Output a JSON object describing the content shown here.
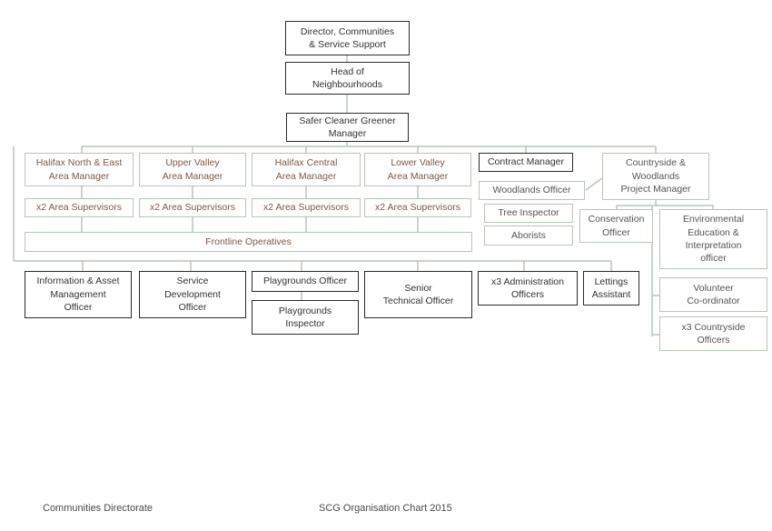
{
  "chart": {
    "director": "Director, Communities\n& Service Support",
    "head": "Head of\nNeighbourhoods",
    "scg_manager": "Safer Cleaner Greener\nManager",
    "area_managers": [
      "Halifax North  & East\nArea Manager",
      "Upper Valley\nArea Manager",
      "Halifax Central\nArea Manager",
      "Lower Valley\nArea Manager"
    ],
    "area_supervisors": [
      "x2  Area Supervisors",
      "x2  Area Supervisors",
      "x2  Area Supervisors",
      "x2  Area Supervisors"
    ],
    "frontline": "Frontline Operatives",
    "contract_manager": "Contract Manager",
    "woodlands_officer": "Woodlands Officer",
    "tree_inspector": "Tree Inspector",
    "aborists": "Aborists",
    "countryside_manager": "Countryside &\nWoodlands\nProject  Manager",
    "conservation_officer": "Conservation\nOfficer",
    "environmental_officer": "Environmental\nEducation &\nInterpretation\nofficer",
    "volunteer_coordinator": "Volunteer\nCo-ordinator",
    "countryside_officers": "x3  Countryside\nOfficers",
    "info_asset_officer": "Information & Asset\nManagement\nOfficer",
    "service_dev_officer": "Service\nDevelopment\nOfficer",
    "playgrounds_officer": "Playgrounds Officer",
    "playgrounds_inspector": "Playgrounds\nInspector",
    "senior_tech_officer": "Senior\nTechnical Officer",
    "admin_officers": "x3 Administration\nOfficers",
    "lettings_assistant": "Lettings\nAssistant"
  },
  "footer": {
    "left": "Communities  Directorate",
    "center": "SCG Organisation  Chart 2015"
  },
  "colors": {
    "dark_border": "#2b2b2b",
    "soft_border": "#b8c6b8",
    "connector": "#b8c6b8",
    "soft_text": "#7a5a48"
  }
}
